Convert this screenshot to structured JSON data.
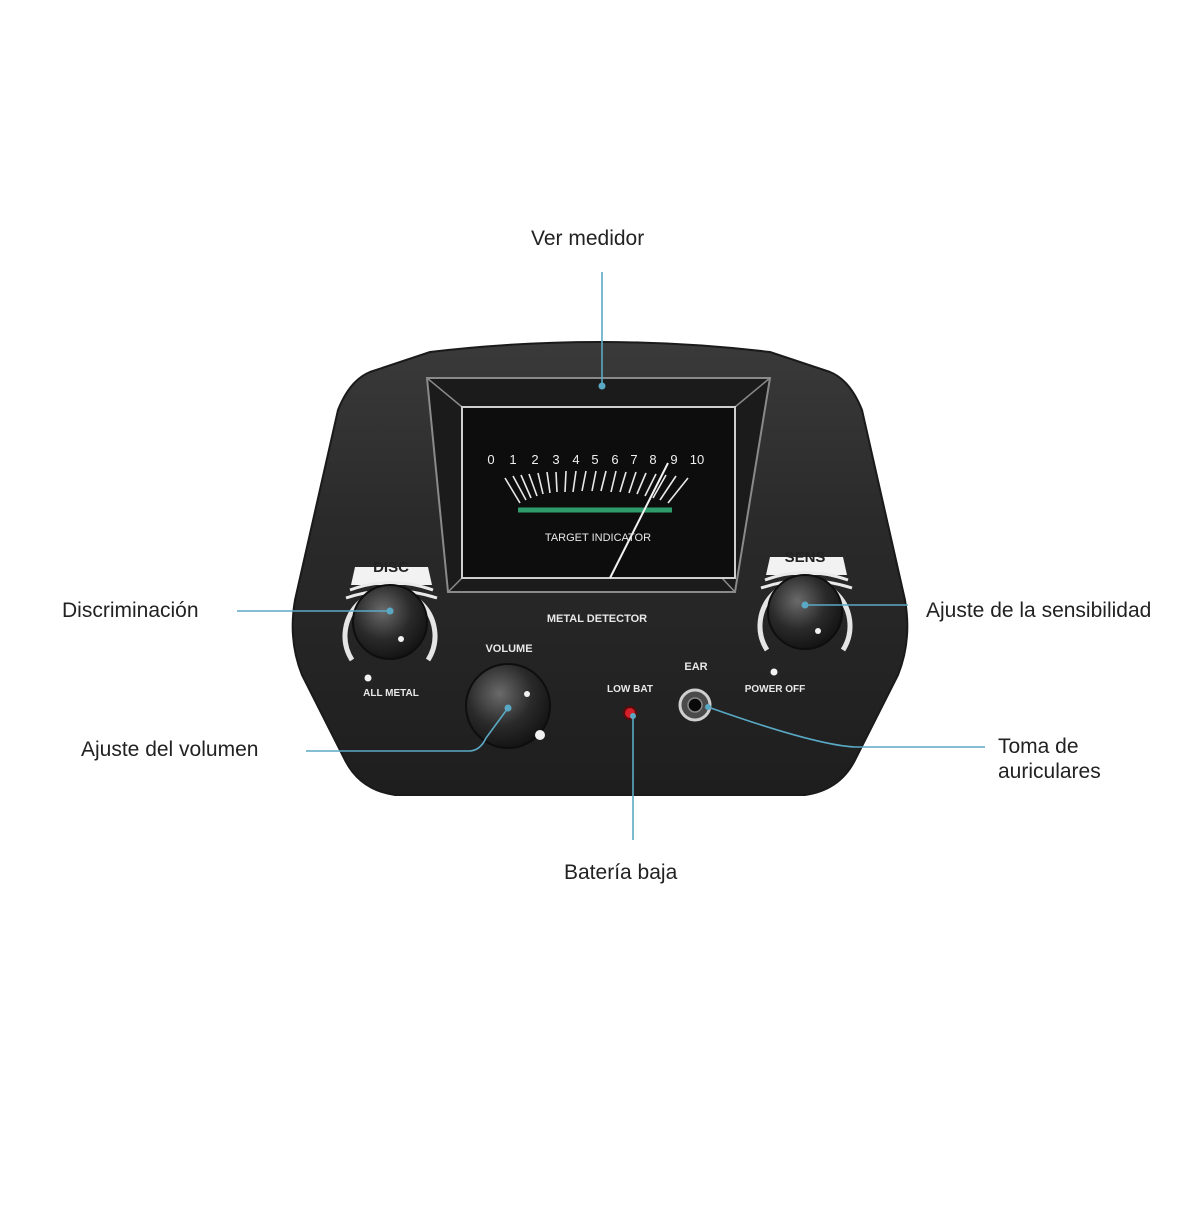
{
  "callouts": {
    "meter": "Ver medidor",
    "discrimination": "Discriminación",
    "sensitivity": "Ajuste de la sensibilidad",
    "volume": "Ajuste del volumen",
    "headphones_line1": "Toma de",
    "headphones_line2": "auriculares",
    "low_battery": "Batería baja"
  },
  "panel": {
    "meter_title": "TARGET INDICATOR",
    "scale": [
      "0",
      "1",
      "2",
      "3",
      "4",
      "5",
      "6",
      "7",
      "8",
      "9",
      "10"
    ],
    "brand_label": "METAL DETECTOR",
    "disc_label": "DISC",
    "all_metal_label": "ALL METAL",
    "sens_label": "SENS",
    "power_off_label": "POWER OFF",
    "volume_label": "VOLUME",
    "low_bat_label": "LOW BAT",
    "ear_label": "EAR"
  },
  "colors": {
    "leader_line": "#5aa9c4",
    "panel_body": "#2b2b2b",
    "meter_face": "#0d0d0d",
    "meter_green": "#2f9a6a",
    "led_red": "#d4202a"
  }
}
